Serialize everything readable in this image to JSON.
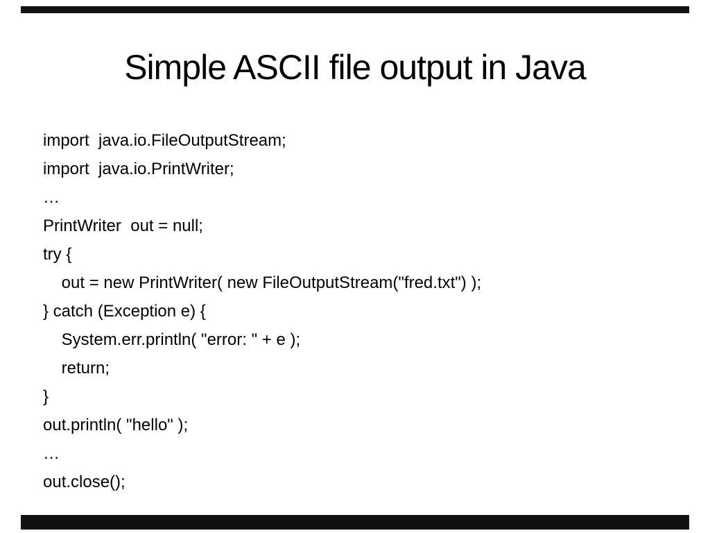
{
  "colors": {
    "page_background": "#ffffff",
    "slide_background": "#ffffff",
    "letterbox_bar": "#111111",
    "text": "#000000"
  },
  "slide": {
    "title": "Simple ASCII file output in Java",
    "code_lines": [
      "import  java.io.FileOutputStream;",
      "import  java.io.PrintWriter;",
      "…",
      "PrintWriter  out = null;",
      "try {",
      "    out = new PrintWriter( new FileOutputStream(\"fred.txt\") );",
      "} catch (Exception e) {",
      "    System.err.println( \"error: \" + e );",
      "    return;",
      "}",
      "out.println( \"hello\" );",
      "…",
      "out.close();"
    ]
  }
}
